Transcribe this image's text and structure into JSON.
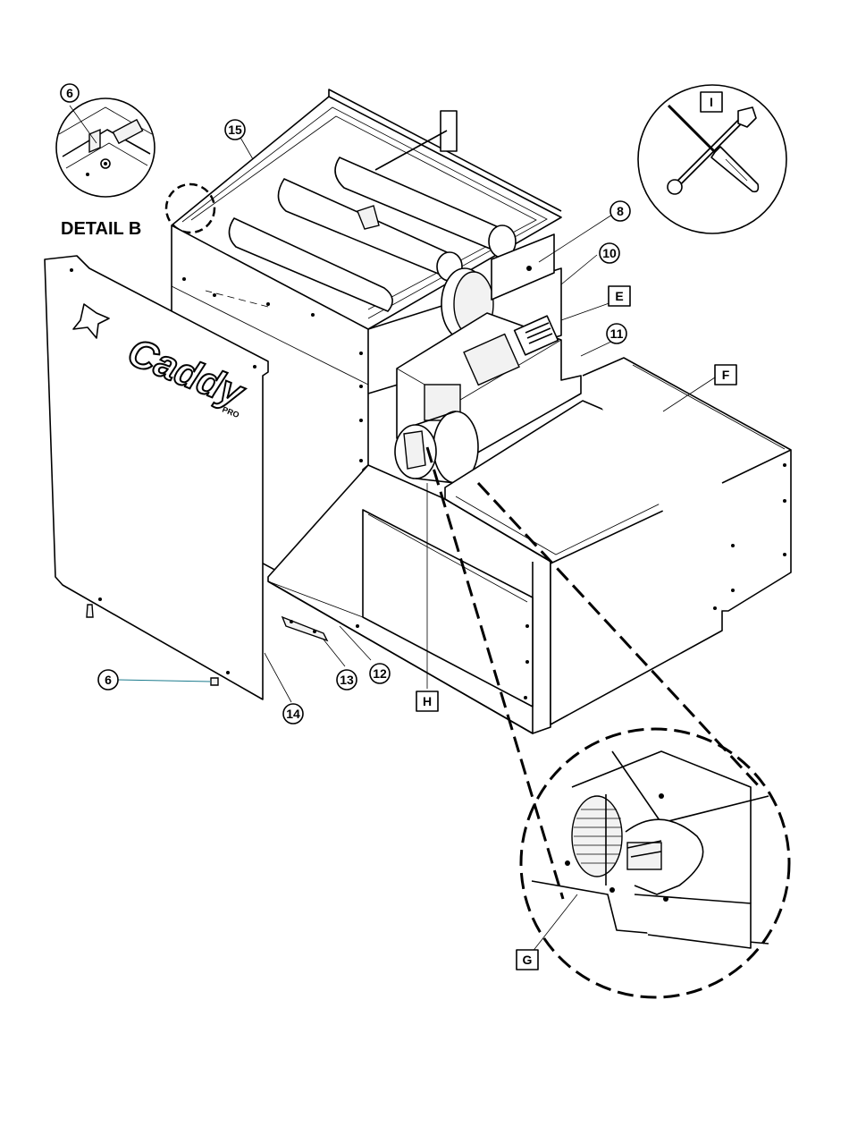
{
  "detail_b": {
    "title": "DETAIL B",
    "marker": "B",
    "callout": "6"
  },
  "tools_badge": "I",
  "brand": {
    "name": "Caddy",
    "sub": "PRO"
  },
  "callouts": {
    "c6_lower": "6",
    "c8": "8",
    "c10": "10",
    "c11": "11",
    "c12": "12",
    "c13": "13",
    "c14": "14",
    "c15": "15"
  },
  "letters": {
    "E": "E",
    "F": "F",
    "G": "G",
    "H": "H"
  },
  "icons": [
    "wrench-icon",
    "screwdriver-icon"
  ]
}
